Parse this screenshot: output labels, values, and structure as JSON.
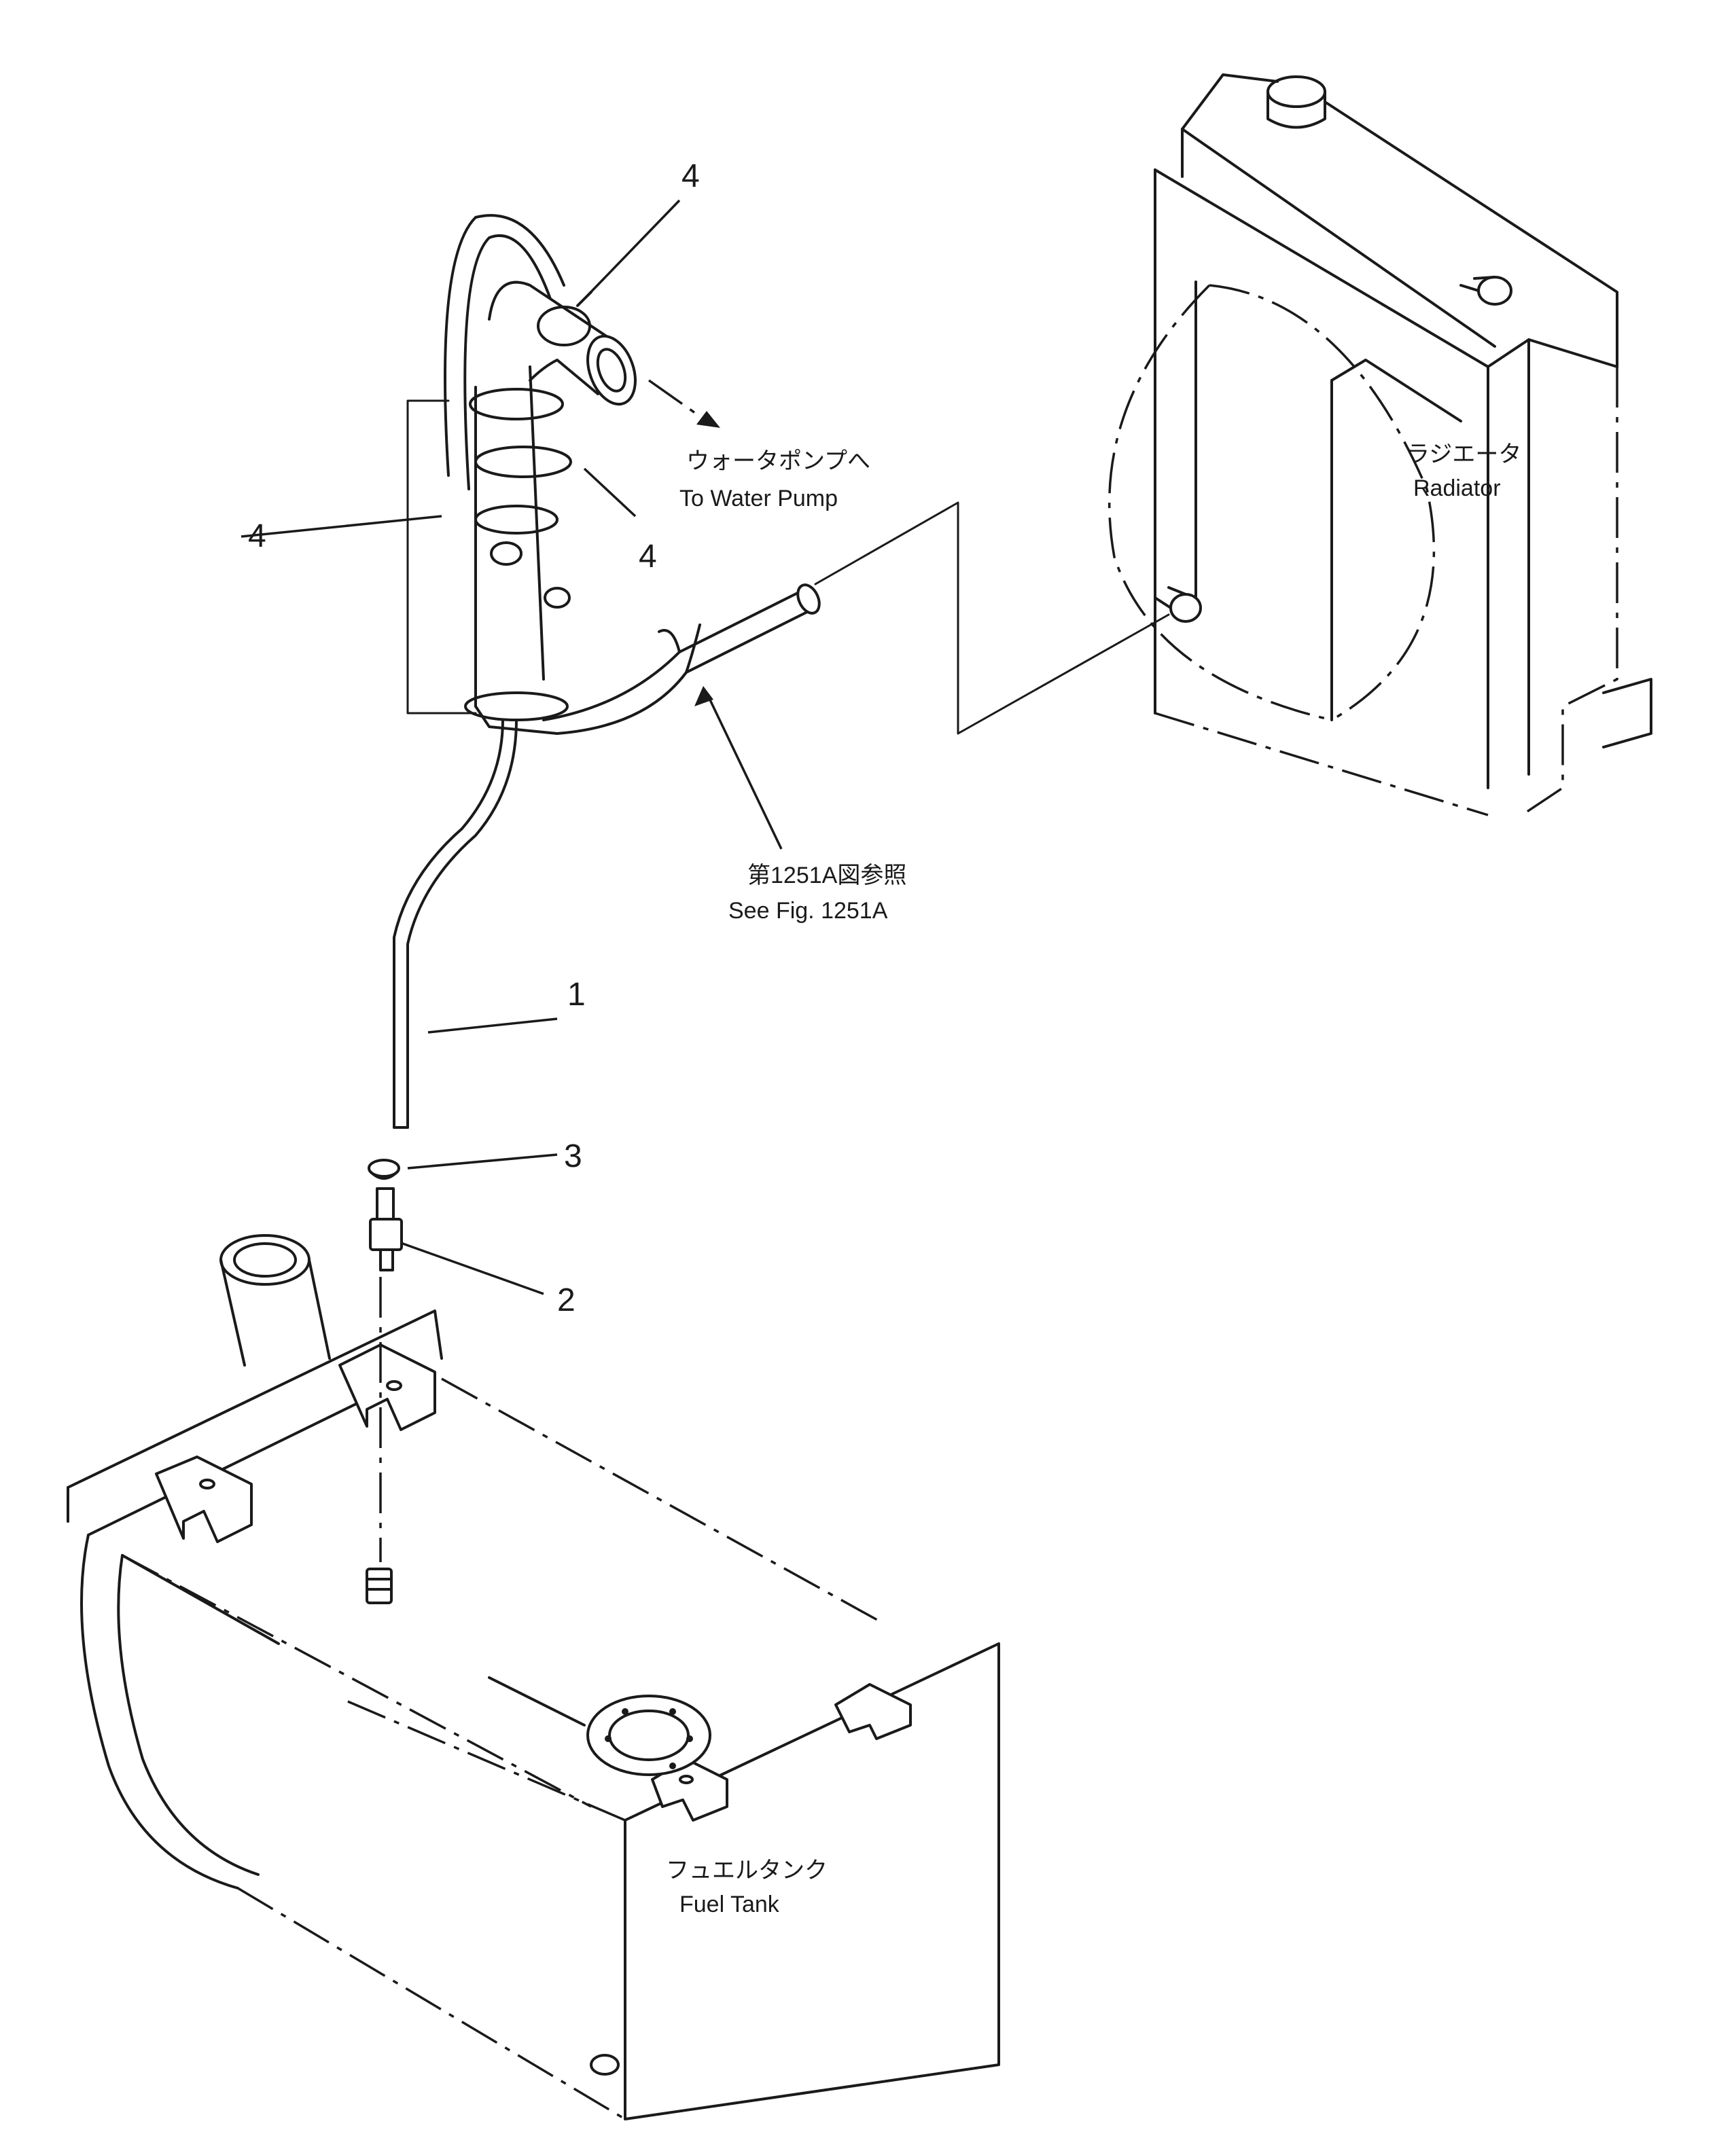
{
  "callouts": {
    "n1": "1",
    "n2": "2",
    "n3": "3",
    "n4a": "4",
    "n4b": "4",
    "n4c": "4"
  },
  "labels": {
    "water_pump_jp": "ウォータポンプへ",
    "water_pump_en": "To Water Pump",
    "radiator_jp": "ラジエータ",
    "radiator_en": "Radiator",
    "see_fig_jp": "第1251A図参照",
    "see_fig_en": "See Fig. 1251A",
    "fuel_tank_jp": "フュエルタンク",
    "fuel_tank_en": "Fuel Tank"
  }
}
